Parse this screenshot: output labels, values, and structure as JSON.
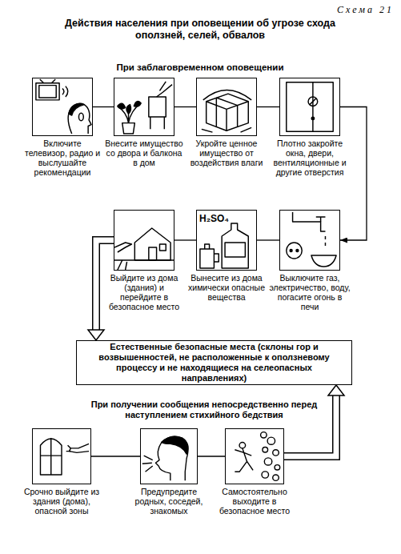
{
  "diagram": {
    "title": "Действия населения при оповещении об угрозе схода оползней, селей, обвалов",
    "nodes": [
      {
        "text": [
          "Включите телевизор, радио и выслушайте рекомендации"
        ]
      },
      {
        "text": [
          "Внесите имущество со двора и балкона в дом"
        ]
      },
      {
        "text": [
          "Укройте ценное имущество от воздействия влаги"
        ]
      },
      {
        "text": [
          "Плотно закройте окна, двери, вентиляционные и другие отверстия"
        ]
      },
      {
        "text": [
          "Выйдите из дома (здания) и перейдите в безопасное место"
        ]
      },
      {
        "text": [
          "Вынесите из дома химически опасные вещества"
        ]
      },
      {
        "text": [
          "Выключите газ, электричество, воду, погасите огонь в печи"
        ]
      },
      {
        "text": [
          "Естественные безопасные места (склоны гор и возвышенностей, не расположенные к оползневому процессу и не находящиеся на селеопасных направлениях)"
        ]
      },
      {
        "text": [
          "Срочно выйдите из здания (дома), опасной зоны"
        ]
      },
      {
        "text": [
          "Предупредите родных, соседей, знакомых"
        ]
      },
      {
        "text": [
          "Самостоятельно выходите в безопасное место"
        ]
      }
    ],
    "edges": [
      {
        "from": 0,
        "to": 1,
        "arrow": "none"
      },
      {
        "from": 1,
        "to": 2,
        "arrow": "none"
      },
      {
        "from": 2,
        "to": 3,
        "arrow": "none"
      },
      {
        "from": 3,
        "to": 6,
        "arrow": "to"
      },
      {
        "from": 6,
        "to": 5,
        "arrow": "none"
      },
      {
        "from": 5,
        "to": 4,
        "arrow": "none"
      },
      {
        "from": 4,
        "to": 7,
        "arrow": "to"
      },
      {
        "from": 8,
        "to": 9,
        "arrow": "none"
      },
      {
        "from": 9,
        "to": 10,
        "arrow": "none"
      },
      {
        "from": 10,
        "to": 7,
        "arrow": "to"
      }
    ],
    "labels": [
      "Схема 21",
      "При заблаговременном оповещении",
      "H₂SO₄",
      "При получении сообщения непосредственно перед наступлением стихийного бедствия"
    ]
  }
}
